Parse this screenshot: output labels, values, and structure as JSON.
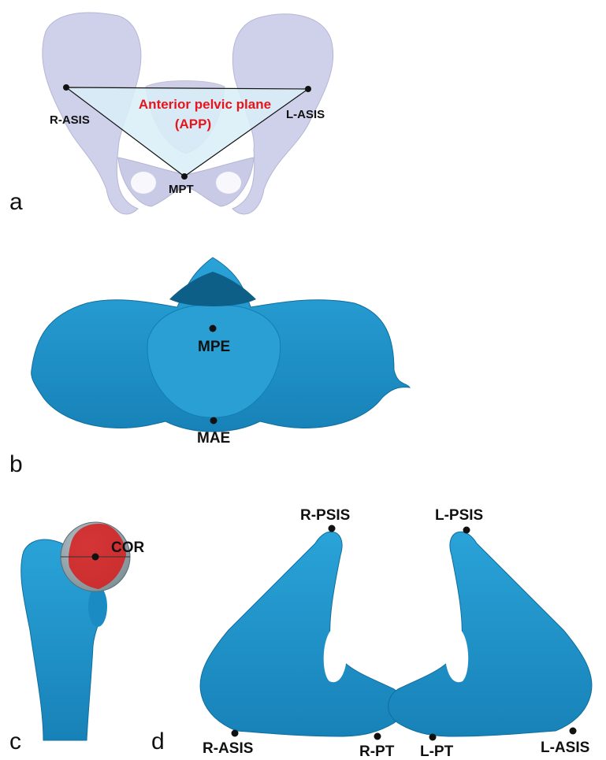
{
  "panels": {
    "a": {
      "letter": "a",
      "landmarks": {
        "r_asis": "R-ASIS",
        "l_asis": "L-ASIS",
        "mpt": "MPT"
      },
      "plane_title": "Anterior pelvic plane",
      "plane_abbrev": "(APP)"
    },
    "b": {
      "letter": "b",
      "landmarks": {
        "mpe": "MPE",
        "mae": "MAE"
      }
    },
    "c": {
      "letter": "c",
      "landmarks": {
        "cor": "COR"
      }
    },
    "d": {
      "letter": "d",
      "landmarks": {
        "r_psis": "R-PSIS",
        "l_psis": "L-PSIS",
        "r_asis": "R-ASIS",
        "l_asis": "L-ASIS",
        "r_pt": "R-PT",
        "l_pt": "L-PT"
      }
    }
  },
  "colors": {
    "bone_blue": "#1e8fc6",
    "bone_blue_dark": "#0f6e9e",
    "pelvis_lavender": "#cfd0ea",
    "plane_fill": "#d9eef7",
    "label_red": "#e8141b",
    "sphere_red": "#d81c1c"
  }
}
